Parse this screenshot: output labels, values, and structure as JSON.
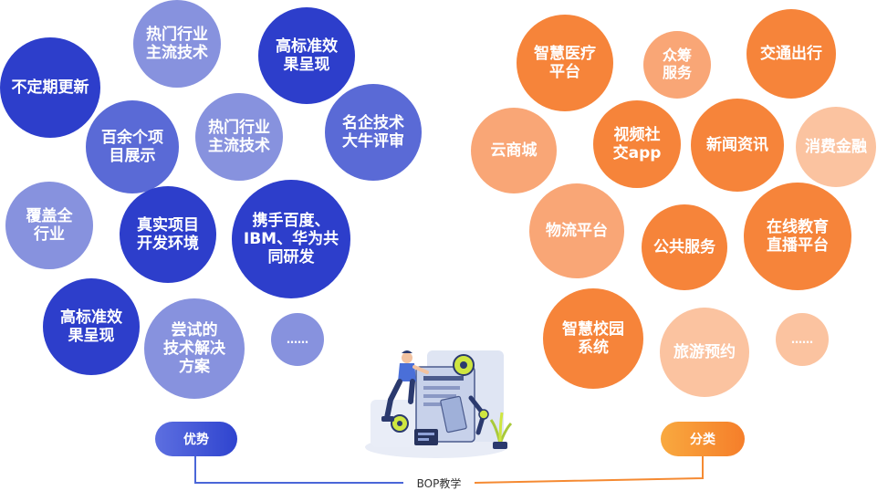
{
  "left_bubbles": [
    {
      "text": "热门行业\n主流技术"
    },
    {
      "text": "高标准效\n果呈现"
    },
    {
      "text": "不定期更新"
    },
    {
      "text": "百余个项\n目展示"
    },
    {
      "text": "热门行业\n主流技术"
    },
    {
      "text": "名企技术\n大牛评审"
    },
    {
      "text": "覆盖全\n行业"
    },
    {
      "text": "真实项目\n开发环境"
    },
    {
      "text": "携手百度、\nIBM、华为共\n同研发"
    },
    {
      "text": "高标准效\n果呈现"
    },
    {
      "text": "尝试的\n技术解决\n方案"
    },
    {
      "text": "……"
    }
  ],
  "right_bubbles": [
    {
      "text": "智慧医疗\n平台"
    },
    {
      "text": "众筹\n服务"
    },
    {
      "text": "交通出行"
    },
    {
      "text": "云商城"
    },
    {
      "text": "视频社\n交app"
    },
    {
      "text": "新闻资讯"
    },
    {
      "text": "消费金融"
    },
    {
      "text": "物流平台"
    },
    {
      "text": "公共服务"
    },
    {
      "text": "在线教育\n直播平台"
    },
    {
      "text": "智慧校园\n系统"
    },
    {
      "text": "旅游预约"
    },
    {
      "text": "……"
    }
  ],
  "left_label": "优势",
  "right_label": "分类",
  "center_label": "BOP教学",
  "colors": {
    "navy": "#2d3ecb",
    "blue": "#5a6ad6",
    "lavender": "#8792de",
    "orange": "#f6843a",
    "peach": "#f9a676",
    "light_peach": "#fbc3a0"
  }
}
